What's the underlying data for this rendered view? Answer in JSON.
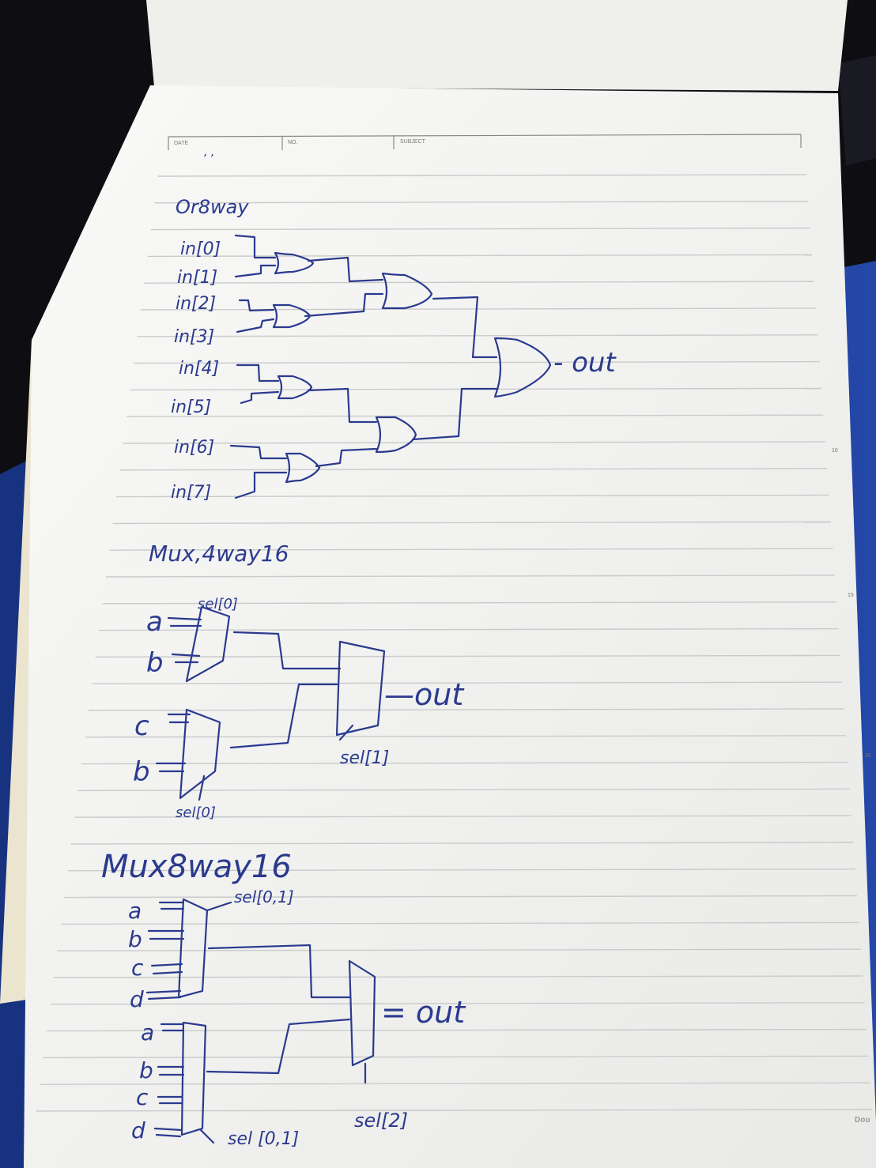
{
  "notebook_header": {
    "date_label": "DATE",
    "no_label": "NO.",
    "subject_label": "SUBJECT",
    "date_value": ",    ,"
  },
  "margin_marks": [
    "10",
    "15",
    "20"
  ],
  "corner_text": "Dou",
  "or8way": {
    "title": "Or8way",
    "inputs": [
      "in[0]",
      "in[1]",
      "in[2]",
      "in[3]",
      "in[4]",
      "in[5]",
      "in[6]",
      "in[7]"
    ],
    "output": "- out"
  },
  "mux4way16": {
    "title": "Mux,4way16",
    "inputs": [
      "a",
      "b",
      "c",
      "b"
    ],
    "sel_top": "sel[0]",
    "sel_bottom": "sel[0]",
    "sel_final": "sel[1]",
    "output": "—out"
  },
  "mux8way16": {
    "title": "Mux8way16",
    "inputs_top": [
      "a",
      "b",
      "c",
      "d"
    ],
    "inputs_bottom": [
      "a",
      "b",
      "c",
      "d"
    ],
    "sel_top": "sel[0,1]",
    "sel_bottom": "sel [0,1]",
    "sel_final": "sel[2]",
    "output": "= out"
  },
  "colors": {
    "ink": "#2b3a8f",
    "paper": "#f6f6f3",
    "rule": "#c9cbcb",
    "background": "#0d0d12",
    "cloth": "#1f3f9e"
  }
}
